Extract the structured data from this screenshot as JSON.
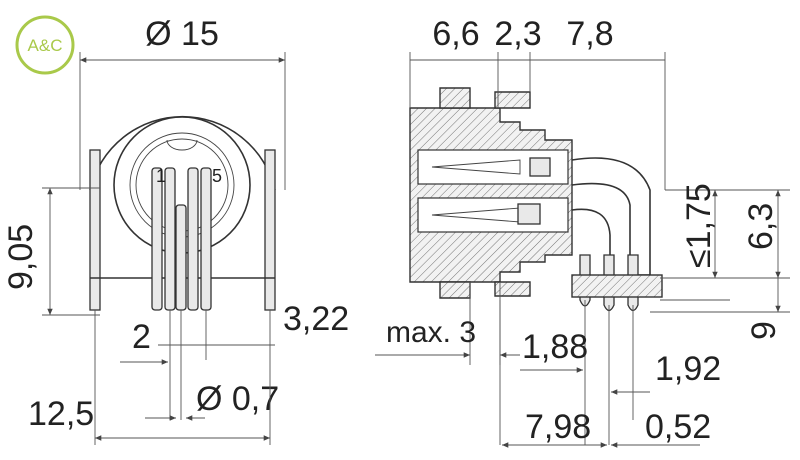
{
  "logo": {
    "text": "A&C",
    "color": "#a9c94a"
  },
  "front_view": {
    "diameter": "Ø 15",
    "height": "9,05",
    "pin_spacing": "2",
    "pin_offset": "3,22",
    "pin_diameter": "Ø 0,7",
    "width": "12,5",
    "pin_label_1": "1",
    "pin_label_5": "5"
  },
  "side_view": {
    "length_front": "6,6",
    "length_flange": "2,3",
    "length_rear": "7,8",
    "max_depth": "max. 3",
    "dim_1_75": "≤1,75",
    "dim_6_3": "6,3",
    "dim_9": "9",
    "dim_1_88": "1,88",
    "dim_1_92": "1,92",
    "dim_7_98": "7,98",
    "dim_0_52": "0,52"
  },
  "colors": {
    "line": "#333333",
    "accent": "#a9c94a"
  }
}
